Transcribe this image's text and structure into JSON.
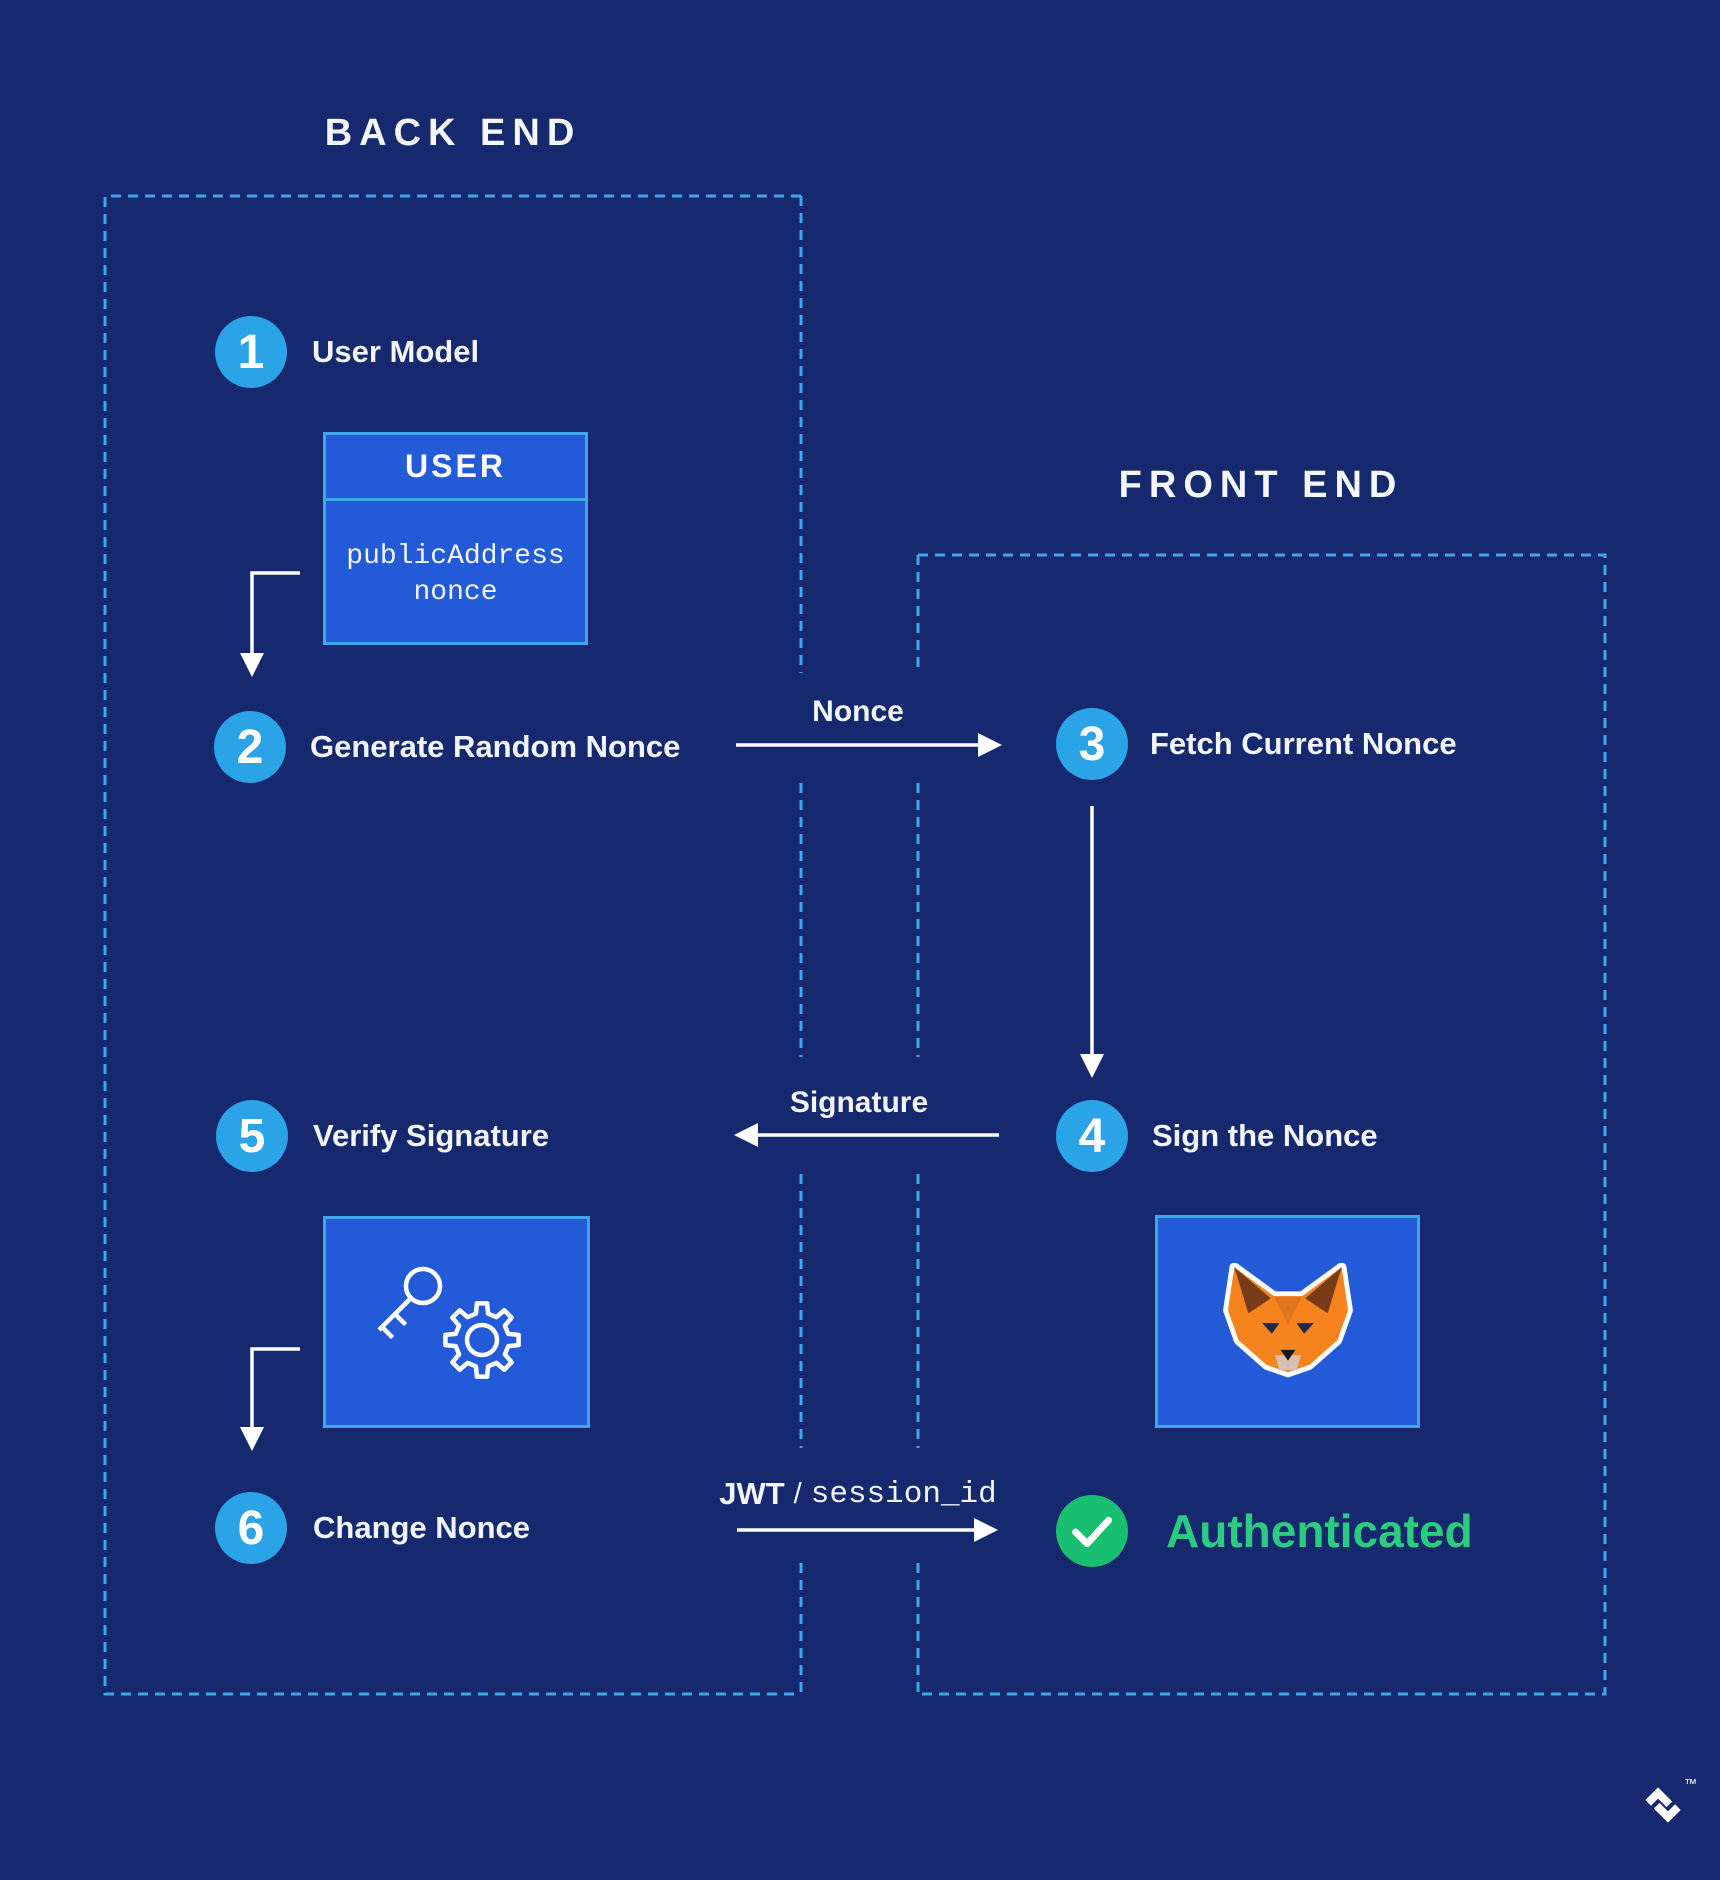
{
  "page": {
    "background_color": "#16286E",
    "panel_border_color": "#3FA6E8",
    "box_fill_color": "#235AD8",
    "step_circle_color": "#2AA4E6",
    "success_circle_color": "#19BF70",
    "success_text_color": "#2BCB80",
    "fox_orange_color": "#F5841F",
    "arrow_color": "#FFFFFF"
  },
  "backend": {
    "title": "BACK END"
  },
  "frontend": {
    "title": "FRONT END"
  },
  "steps": [
    {
      "num": "1",
      "label": "User Model"
    },
    {
      "num": "2",
      "label": "Generate Random Nonce"
    },
    {
      "num": "3",
      "label": "Fetch Current Nonce"
    },
    {
      "num": "4",
      "label": "Sign the Nonce"
    },
    {
      "num": "5",
      "label": "Verify Signature"
    },
    {
      "num": "6",
      "label": "Change Nonce"
    }
  ],
  "user_table": {
    "header": "USER",
    "rows": [
      "publicAddress",
      "nonce"
    ]
  },
  "arrows": {
    "nonce_label": "Nonce",
    "signature_label": "Signature",
    "jwt_label": "JWT",
    "jwt_separator": "/",
    "session_label": "session_id"
  },
  "status": {
    "authenticated_label": "Authenticated"
  },
  "icons": {
    "key_icon": "key",
    "gear_icon": "gear",
    "metamask_fox_icon": "metamask fox",
    "check_icon": "✓",
    "toptal_logo": "toptal mark",
    "trademark": "™"
  }
}
